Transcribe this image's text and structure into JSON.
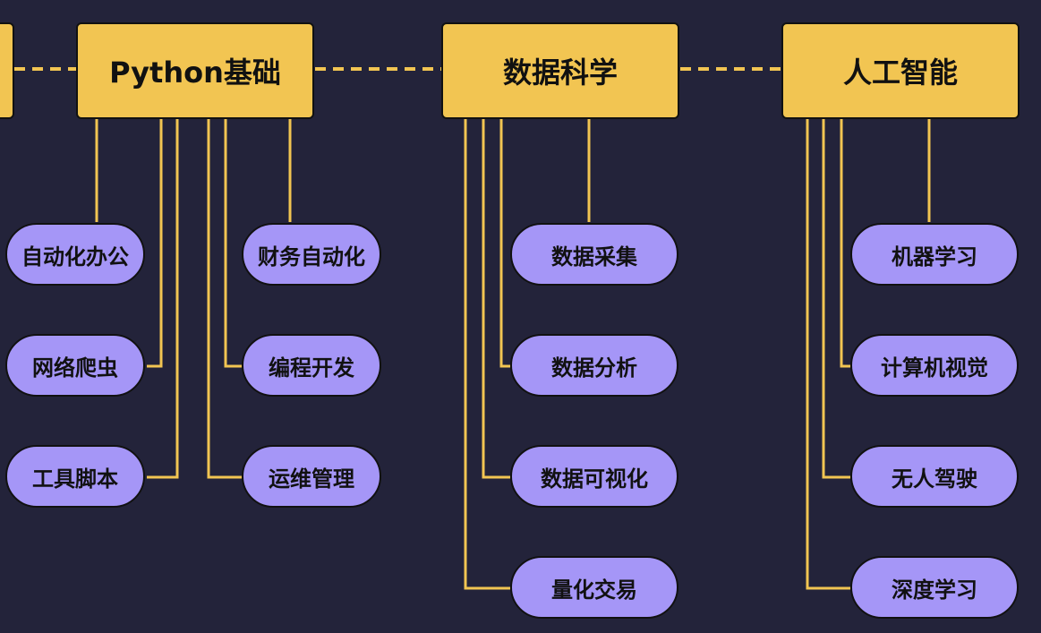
{
  "colors": {
    "background": "#23233a",
    "category_fill": "#f2c552",
    "topic_fill": "#a596f7",
    "connector": "#f2c552",
    "outline": "#111111"
  },
  "categories": [
    {
      "label": ""
    },
    {
      "label": "Python基础"
    },
    {
      "label": "数据科学"
    },
    {
      "label": "人工智能"
    }
  ],
  "topics": {
    "python": [
      "自动化办公",
      "网络爬虫",
      "工具脚本",
      "财务自动化",
      "编程开发",
      "运维管理"
    ],
    "data_science": [
      "数据采集",
      "数据分析",
      "数据可视化",
      "量化交易"
    ],
    "ai": [
      "机器学习",
      "计算机视觉",
      "无人驾驶",
      "深度学习"
    ]
  }
}
